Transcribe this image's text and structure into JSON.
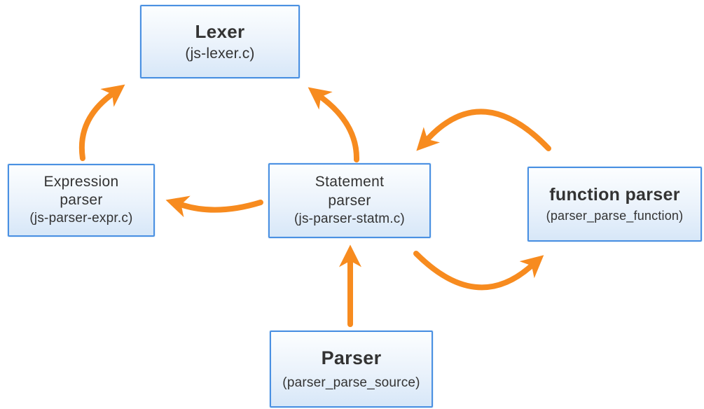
{
  "diagram": {
    "colors": {
      "arrow": "#f78b1f",
      "box_border": "#4a90e2",
      "box_fill_top": "#fcfeff",
      "box_fill_bottom": "#d7e7f8",
      "text": "#333333",
      "background": "#ffffff"
    },
    "nodes": [
      {
        "id": "lexer",
        "title": "Lexer",
        "subtitle": "(js-lexer.c)"
      },
      {
        "id": "expression-parser",
        "title": "Expression\nparser",
        "subtitle": "(js-parser-expr.c)"
      },
      {
        "id": "statement-parser",
        "title": "Statement\nparser",
        "subtitle": "(js-parser-statm.c)"
      },
      {
        "id": "function-parser",
        "title": "function parser",
        "subtitle": "(parser_parse_function)"
      },
      {
        "id": "parser",
        "title": "Parser",
        "subtitle": "(parser_parse_source)"
      }
    ],
    "edges": [
      {
        "id": "expression-to-lexer",
        "from": "expression-parser",
        "to": "lexer"
      },
      {
        "id": "statement-to-lexer",
        "from": "statement-parser",
        "to": "lexer"
      },
      {
        "id": "statement-to-expression",
        "from": "statement-parser",
        "to": "expression-parser"
      },
      {
        "id": "function-to-statement",
        "from": "function-parser",
        "to": "statement-parser"
      },
      {
        "id": "statement-to-function",
        "from": "statement-parser",
        "to": "function-parser"
      },
      {
        "id": "parser-to-statement",
        "from": "parser",
        "to": "statement-parser"
      }
    ]
  }
}
